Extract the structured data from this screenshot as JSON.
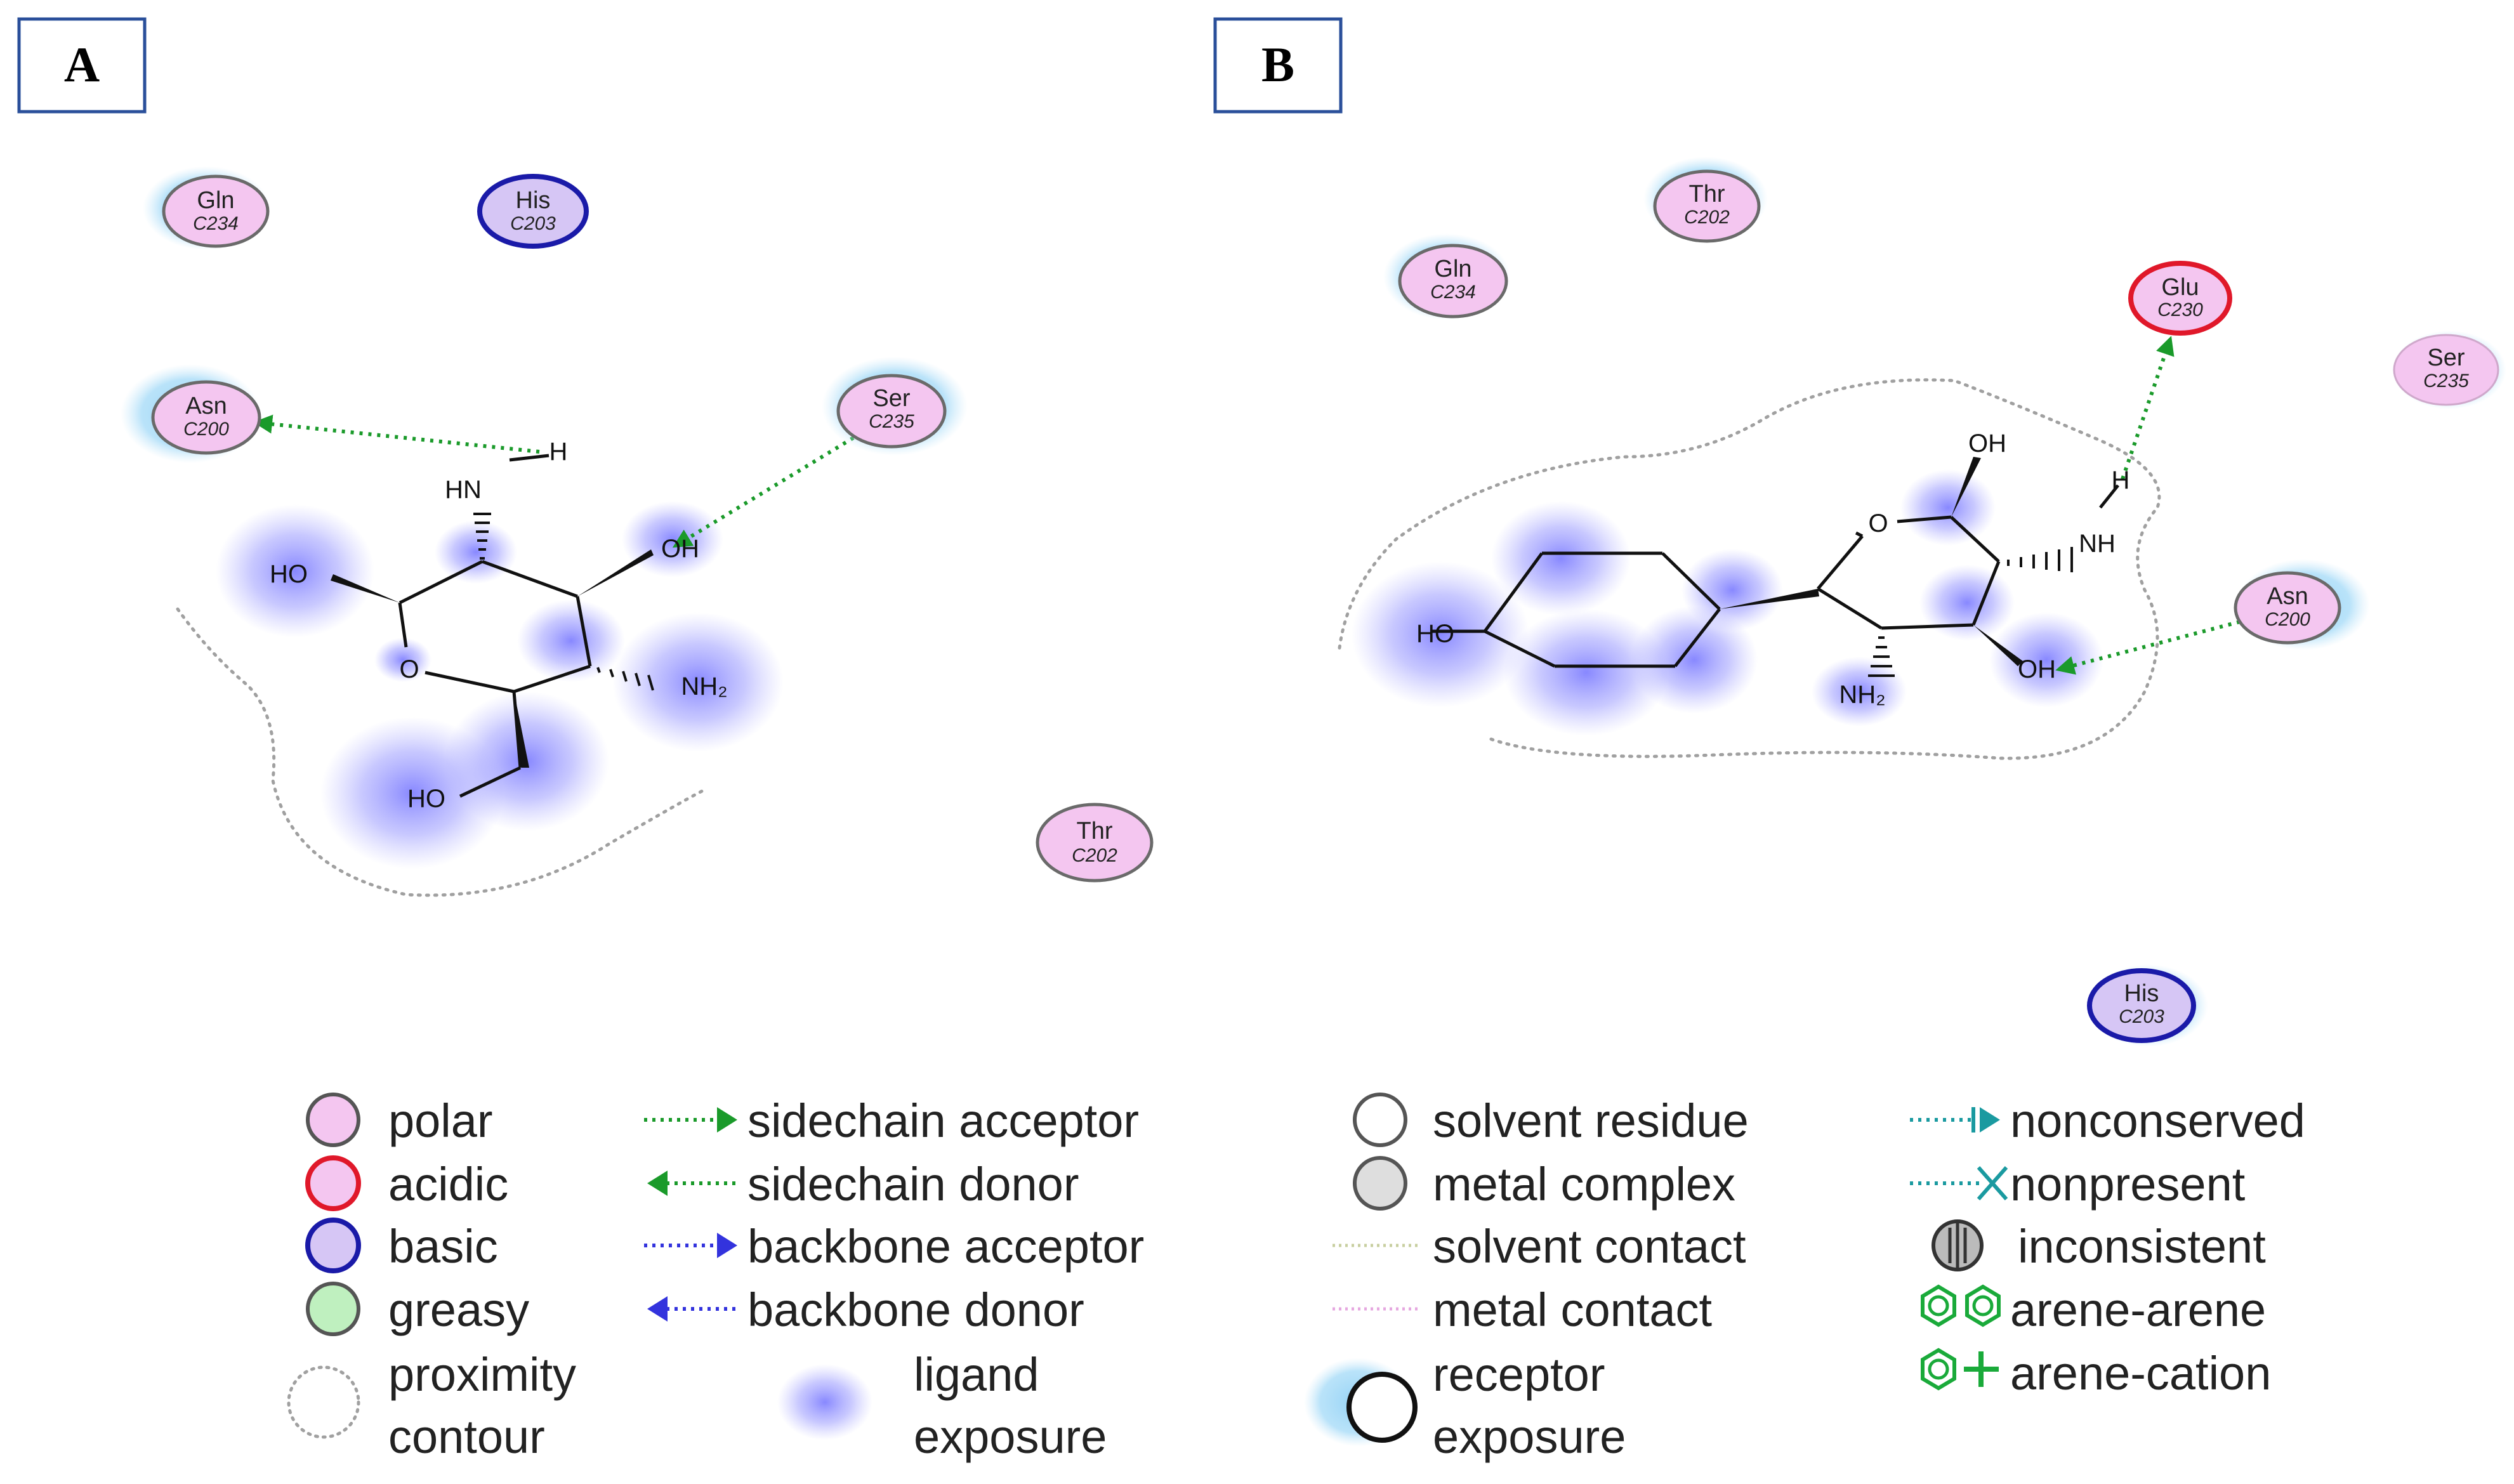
{
  "panels": {
    "a": {
      "label": "A",
      "residues": [
        {
          "id": "gln",
          "name": "Gln",
          "num": "C234"
        },
        {
          "id": "his",
          "name": "His",
          "num": "C203"
        },
        {
          "id": "asn",
          "name": "Asn",
          "num": "C200"
        },
        {
          "id": "ser",
          "name": "Ser",
          "num": "C235"
        },
        {
          "id": "thr",
          "name": "Thr",
          "num": "C202"
        }
      ],
      "atoms": {
        "ho1": "HO",
        "hn": "HN",
        "h": "H",
        "oh": "OH",
        "nh2": "NH₂",
        "ho2": "HO"
      }
    },
    "b": {
      "label": "B",
      "residues": [
        {
          "id": "thr",
          "name": "Thr",
          "num": "C202"
        },
        {
          "id": "gln",
          "name": "Gln",
          "num": "C234"
        },
        {
          "id": "glu",
          "name": "Glu",
          "num": "C230"
        },
        {
          "id": "ser",
          "name": "Ser",
          "num": "C235"
        },
        {
          "id": "asn",
          "name": "Asn",
          "num": "C200"
        },
        {
          "id": "his",
          "name": "His",
          "num": "C203"
        }
      ],
      "atoms": {
        "oh_top": "OH",
        "o_ring": "O",
        "h": "H",
        "nh": "NH",
        "ho": "HO",
        "nh2": "NH₂",
        "oh_low": "OH"
      }
    }
  },
  "legend": {
    "col1": {
      "polar": "polar",
      "acidic": "acidic",
      "basic": "basic",
      "greasy": "greasy",
      "proximity_1": "proximity",
      "proximity_2": "contour"
    },
    "col2": {
      "sidechain_acceptor": "sidechain acceptor",
      "sidechain_donor": "sidechain donor",
      "backbone_acceptor": "backbone acceptor",
      "backbone_donor": "backbone donor",
      "ligand_1": "ligand",
      "ligand_2": "exposure"
    },
    "col3": {
      "solvent_residue": "solvent residue",
      "metal_complex": "metal complex",
      "solvent_contact": "solvent contact",
      "metal_contact": "metal contact",
      "receptor_1": "receptor",
      "receptor_2": "exposure"
    },
    "col4": {
      "nonconserved": "nonconserved",
      "nonpresent": "nonpresent",
      "inconsistent": "inconsistent",
      "arene_arene": "arene-arene",
      "arene_cation": "arene-cation"
    }
  },
  "colors": {
    "polar_fill": "#f4c6f0",
    "acidic_ring": "#e0182a",
    "basic_ring": "#1a1aa8",
    "greasy_fill": "#bff0bf",
    "hbond_green": "#1a9a2a",
    "backbone_blue": "#3333dd",
    "ligand_exposure": "#6a6aff",
    "receptor_exposure": "#8fd0f5",
    "arene_green": "#1aaa3a",
    "nonconserved_teal": "#1a9aa0",
    "panel_box": "#2a4f9a"
  }
}
